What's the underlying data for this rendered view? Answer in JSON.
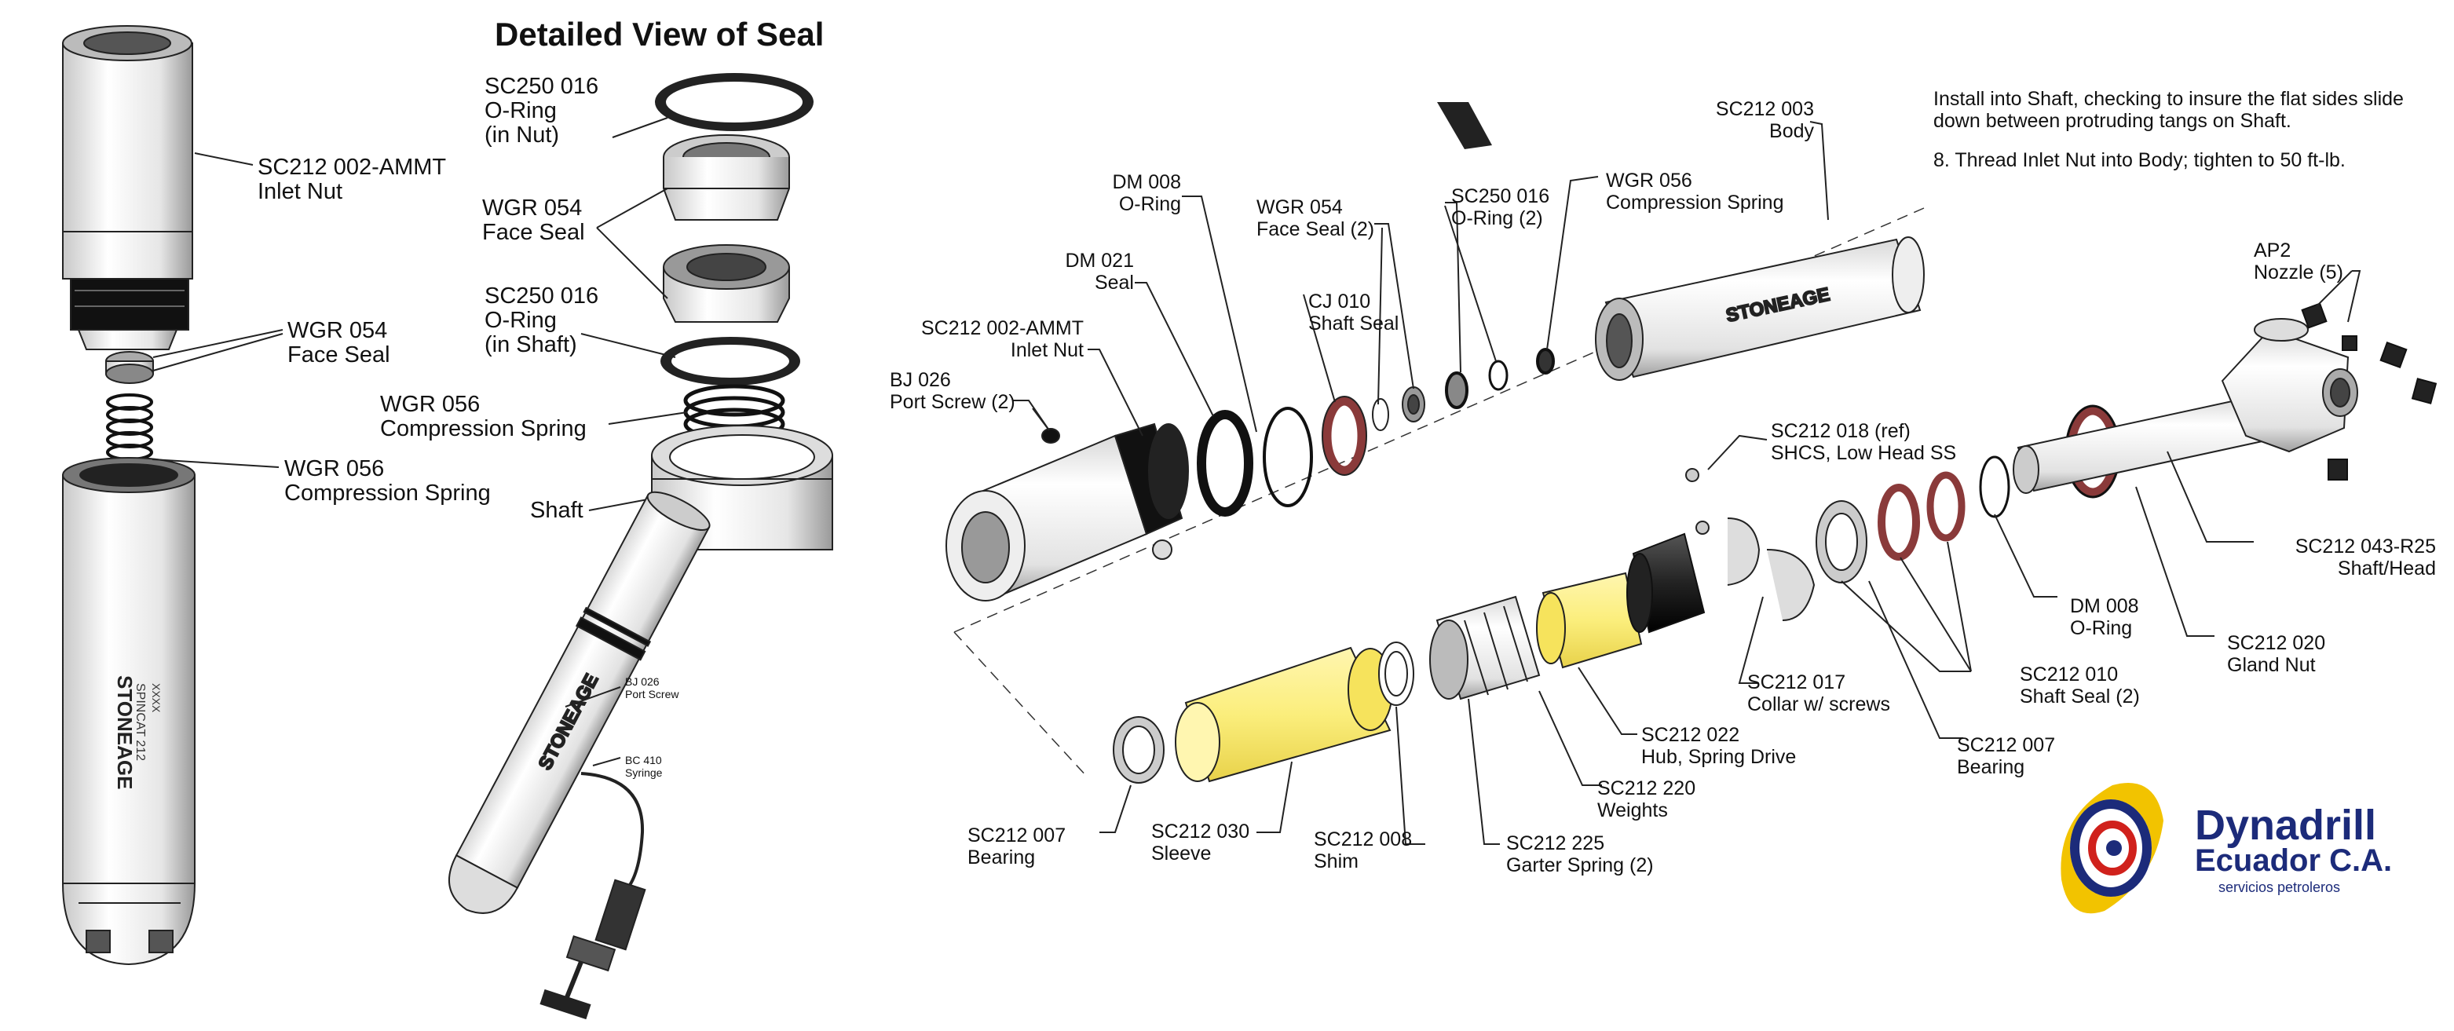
{
  "title": "Detailed View of Seal",
  "instructions": {
    "line1": "Install into Shaft, checking to insure the flat sides slide",
    "line2": "down between protruding tangs on Shaft.",
    "line3": "8.  Thread Inlet Nut into Body; tighten to 50 ft-lb."
  },
  "left_labels": {
    "inlet_nut_code": "SC212 002-AMMT",
    "inlet_nut_name": "Inlet Nut",
    "face_seal_code": "WGR 054",
    "face_seal_name": "Face Seal",
    "spring_code": "WGR 056",
    "spring_name": "Compression Spring"
  },
  "detail_labels": {
    "oring_nut_code": "SC250 016",
    "oring_nut_name": "O-Ring",
    "oring_nut_loc": "(in Nut)",
    "face_seal_code": "WGR 054",
    "face_seal_name": "Face Seal",
    "oring_shaft_code": "SC250 016",
    "oring_shaft_name": "O-Ring",
    "oring_shaft_loc": "(in Shaft)",
    "spring_code": "WGR 056",
    "spring_name": "Compression Spring",
    "shaft": "Shaft"
  },
  "syringe_labels": {
    "port_screw_code": "BJ 026",
    "port_screw_name": "Port Screw",
    "syringe_code": "BC 410",
    "syringe_name": "Syringe"
  },
  "exploded_labels": [
    {
      "code": "DM 008",
      "name": "O-Ring"
    },
    {
      "code": "DM 021",
      "name": "Seal"
    },
    {
      "code": "SC212 002-AMMT",
      "name": "Inlet Nut"
    },
    {
      "code": "BJ 026",
      "name": "Port Screw (2)"
    },
    {
      "code": "WGR 054",
      "name": "Face Seal (2)"
    },
    {
      "code": "CJ 010",
      "name": "Shaft Seal"
    },
    {
      "code": "SC250 016",
      "name": "O-Ring (2)"
    },
    {
      "code": "WGR 056",
      "name": "Compression Spring"
    },
    {
      "code": "SC212 003",
      "name": "Body"
    },
    {
      "code": "AP2",
      "name": "Nozzle (5)"
    },
    {
      "code": "SC212 018 (ref)",
      "name": "SHCS, Low Head SS"
    },
    {
      "code": "SC212 043-R25",
      "name": "Shaft/Head"
    },
    {
      "code": "DM 008",
      "name": "O-Ring"
    },
    {
      "code": "SC212 020",
      "name": "Gland Nut"
    },
    {
      "code": "SC212 017",
      "name": "Collar w/ screws"
    },
    {
      "code": "SC212 010",
      "name": "Shaft Seal (2)"
    },
    {
      "code": "SC212 022",
      "name": "Hub, Spring Drive"
    },
    {
      "code": "SC212 007",
      "name": "Bearing"
    },
    {
      "code": "SC212 220",
      "name": "Weights"
    },
    {
      "code": "SC212 225",
      "name": "Garter Spring (2)"
    },
    {
      "code": "SC212 007",
      "name": "Bearing"
    },
    {
      "code": "SC212 030",
      "name": "Sleeve"
    },
    {
      "code": "SC212 008",
      "name": "Shim"
    }
  ],
  "body_marking": {
    "brand": "STONEAGE",
    "model": "SPINCAT 212",
    "code": "XXXX"
  },
  "logo": {
    "line1": "Dynadrill",
    "line2": "Ecuador C.A.",
    "tagline": "servicios petroleros",
    "brand_blue": "#1c2b7a",
    "brand_red": "#d0211c",
    "brand_yellow": "#f2c300"
  }
}
